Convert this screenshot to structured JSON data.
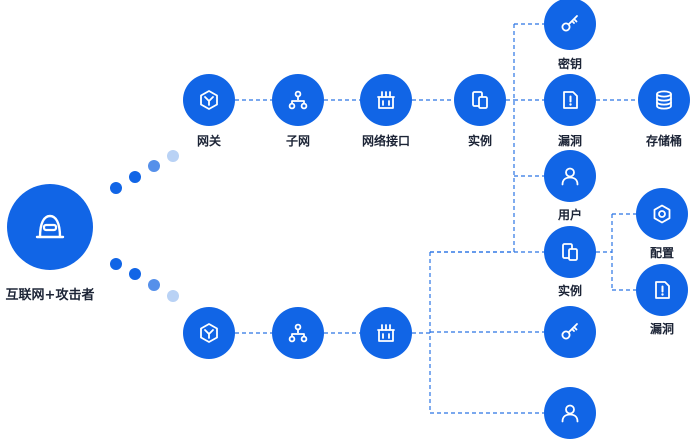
{
  "diagram": {
    "source_label": "互联网+攻击者",
    "row1": {
      "gateway": "网关",
      "subnet": "子网",
      "nic": "网络接口",
      "instance": "实例"
    },
    "branch": {
      "key": "密钥",
      "vuln": "漏洞",
      "user": "用户",
      "instance": "实例",
      "bucket": "存储桶",
      "config": "配置",
      "vuln2": "漏洞"
    },
    "colors": {
      "node": "#1165e6",
      "link": "#2b74e4",
      "dot_dark": "#1165e6",
      "dot_mid": "#5690ea",
      "dot_light": "#b9d2f5"
    }
  }
}
